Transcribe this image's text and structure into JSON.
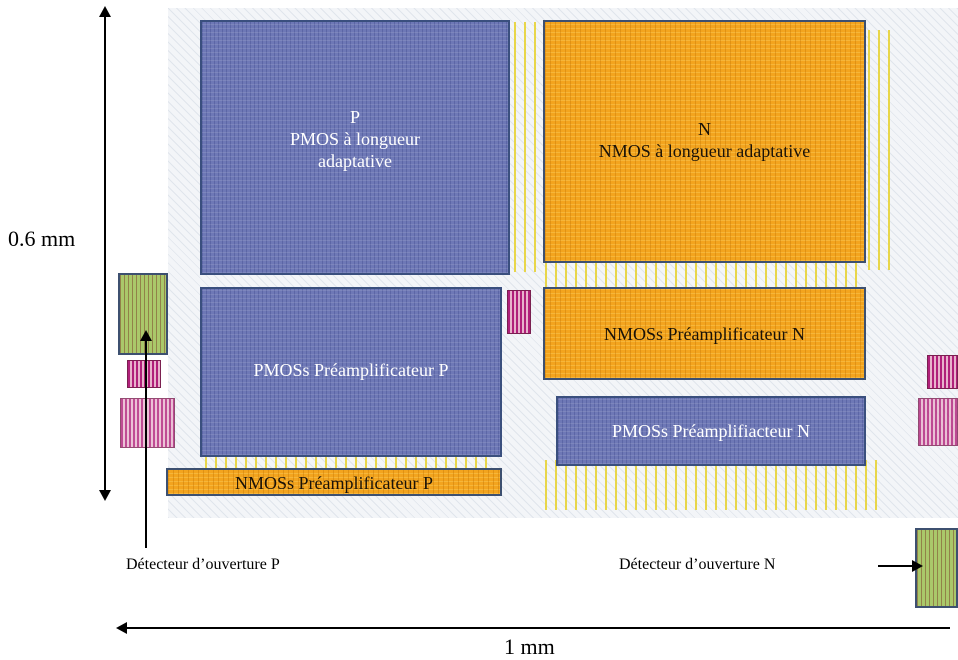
{
  "blocks": {
    "pmos_adaptive": {
      "line1": "P",
      "line2": "PMOS à longueur",
      "line3": "adaptative"
    },
    "nmos_adaptive": {
      "line1": "N",
      "line2": "NMOS à longueur adaptative"
    },
    "pmos_preamp_p": {
      "label": "PMOSs Préamplificateur P"
    },
    "nmos_preamp_n": {
      "label": "NMOSs Préamplificateur N"
    },
    "pmos_preamp_n": {
      "label": "PMOSs Préamplifiacteur N"
    },
    "nmos_preamp_p": {
      "label": "NMOSs Préamplificateur P"
    }
  },
  "captions": {
    "detector_p": "Détecteur d’ouverture P",
    "detector_n": "Détecteur d’ouverture N"
  },
  "dimensions": {
    "height": "0.6 mm",
    "width": "1 mm"
  },
  "colors": {
    "pmos_fill": "#6e78b6",
    "nmos_fill": "#f3a41e",
    "detector_fill": "#aac86a",
    "block_border": "#3a4f7e"
  }
}
